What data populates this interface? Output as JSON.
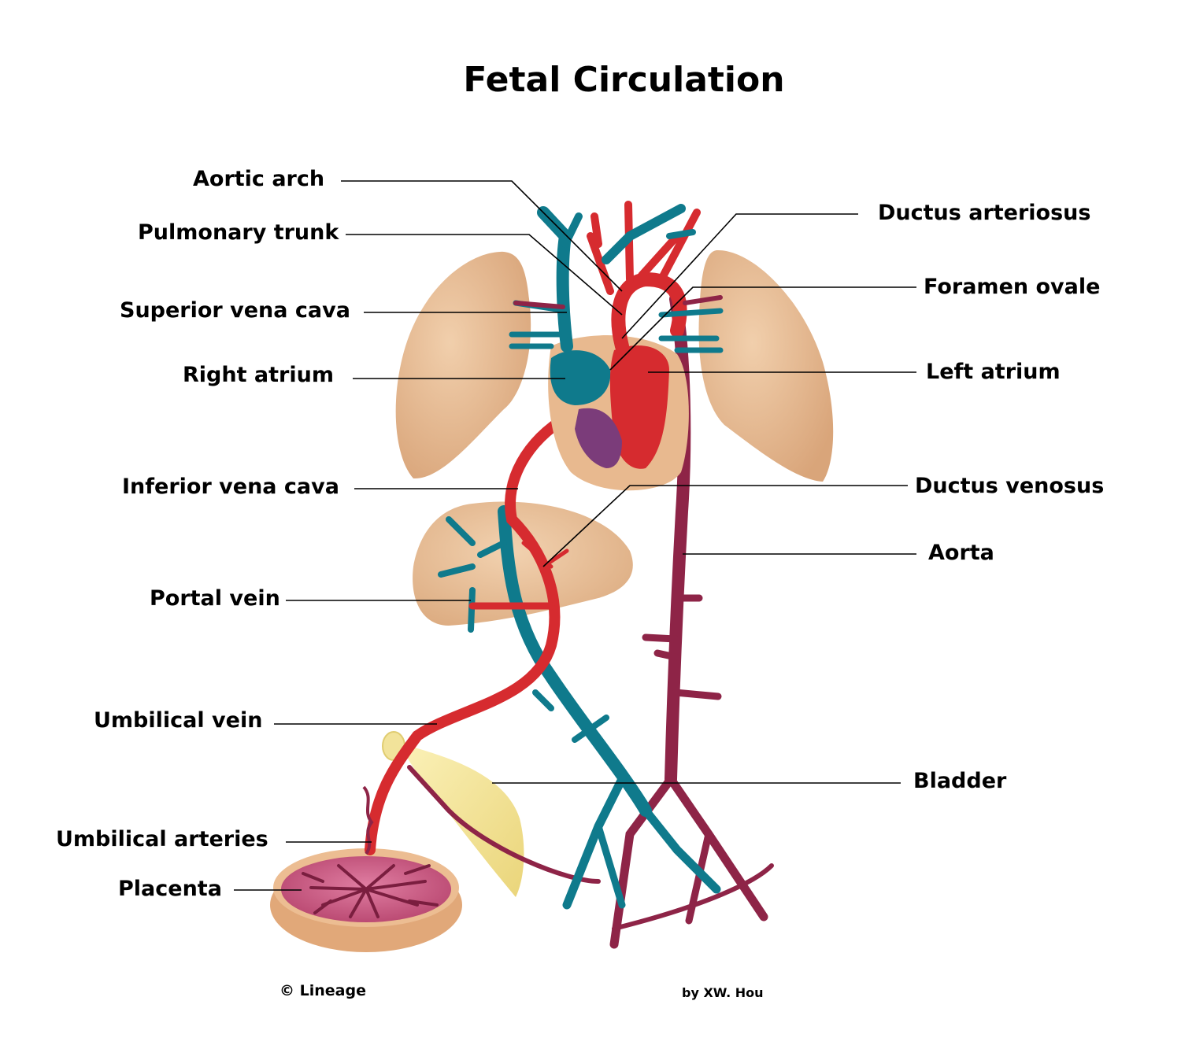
{
  "title": "Fetal Circulation",
  "labels": {
    "aortic_arch": "Aortic arch",
    "pulmonary_trunk": "Pulmonary trunk",
    "superior_vena_cava": "Superior vena cava",
    "right_atrium": "Right atrium",
    "inferior_vena_cava": "Inferior vena cava",
    "portal_vein": "Portal vein",
    "umbilical_vein": "Umbilical vein",
    "umbilical_arteries": "Umbilical arteries",
    "placenta": "Placenta",
    "ductus_arteriosus": "Ductus arteriosus",
    "foramen_ovale": "Foramen ovale",
    "left_atrium": "Left atrium",
    "ductus_venosus": "Ductus venosus",
    "aorta": "Aorta",
    "bladder": "Bladder"
  },
  "footer": {
    "copyright": "© Lineage",
    "author": "by XW. Hou"
  },
  "colors": {
    "oxygenated": "#d62b2f",
    "deoxygenated": "#0f7a8c",
    "mixed": "#8e2447",
    "organ": "#e8b98f",
    "bladder": "#f2e39a",
    "placenta": "#c8567e",
    "ventricle": "#7b3c7a"
  }
}
